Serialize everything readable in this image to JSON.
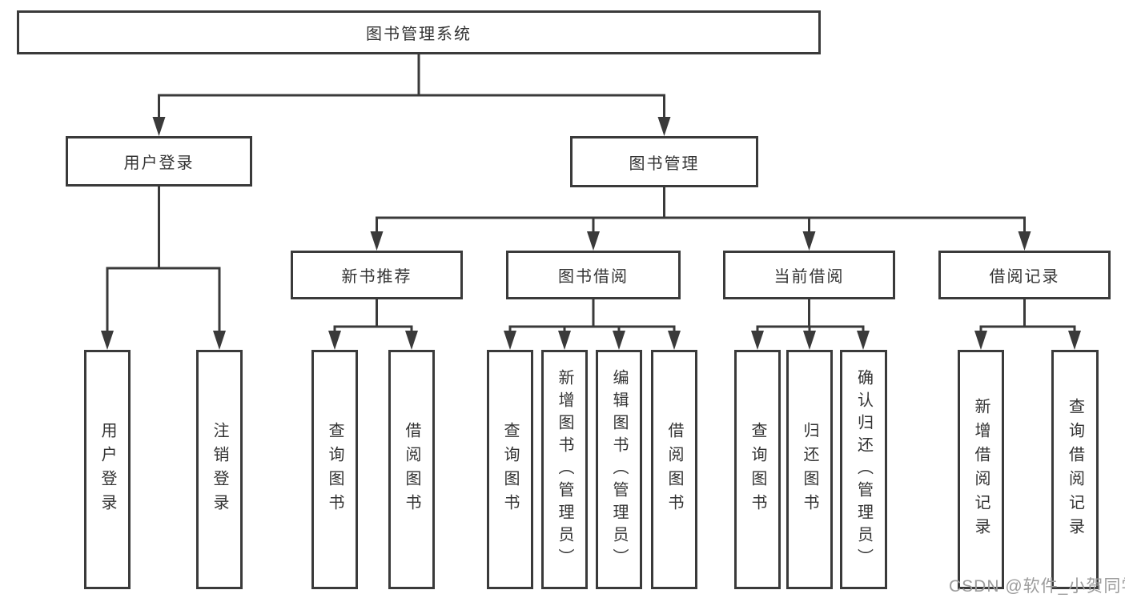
{
  "diagram_title": "图书管理系统",
  "nodes": {
    "root": "图书管理系统",
    "user_login": "用户登录",
    "book_management": "图书管理",
    "new_book_recommend": "新书推荐",
    "book_borrowing": "图书借阅",
    "current_borrowing": "当前借阅",
    "borrowing_records": "借阅记录",
    "ul_user_login": "用户登录",
    "ul_logout": "注销登录",
    "nb_query_books": "查询图书",
    "nb_borrow_books": "借阅图书",
    "bb_query_books": "查询图书",
    "bb_add_books": "新增图书（管理员）",
    "bb_edit_books": "编辑图书（管理员）",
    "bb_borrow_books": "借阅图书",
    "cb_query_books": "查询图书",
    "cb_return_books": "归还图书",
    "cb_confirm_return": "确认归还（管理员）",
    "br_add_record": "新增借阅记录",
    "br_query_record": "查询借阅记录"
  },
  "watermark": "CSDN @软件_小贺同学",
  "colors": {
    "line": "#3a3a3a",
    "text": "#333333",
    "background": "#ffffff",
    "watermark_text": "#9c9c9c"
  }
}
